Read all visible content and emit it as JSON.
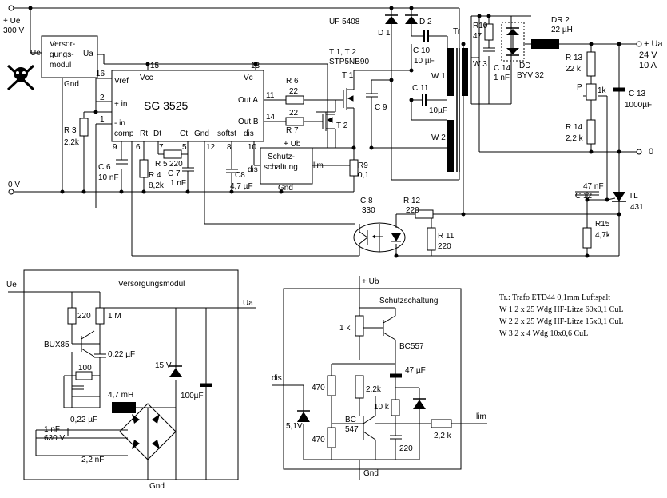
{
  "labels": {
    "ue_in": "+ Ue",
    "ue_volt": "300 V",
    "gnd_0v": "0 V",
    "ue_pin": "Ue",
    "ua_pin": "Ua",
    "gnd_pin": "Gnd",
    "versorgungsmodul_block": [
      "Versor-",
      "gungs-",
      "modul"
    ],
    "ic_name": "SG 3525",
    "ic_pin_vref": "Vref",
    "ic_pin_vcc": "Vcc",
    "ic_pin_vc": "Vc",
    "ic_pin_in_plus": "+ in",
    "ic_pin_in_minus": "- in",
    "ic_pin_comp": "comp",
    "ic_pin_rt": "Rt",
    "ic_pin_dt": "Dt",
    "ic_pin_ct": "Ct",
    "ic_pin_gnd": "Gnd",
    "ic_pin_softst": "softst",
    "ic_pin_dis": "dis",
    "ic_pin_outa": "Out A",
    "ic_pin_outb": "Out B",
    "pin_nums": [
      "16",
      "15",
      "13",
      "2",
      "1",
      "9",
      "6",
      "7",
      "5",
      "12",
      "8",
      "10",
      "11",
      "14"
    ],
    "r3": [
      "R 3",
      "2,2k"
    ],
    "c6": [
      "C 6",
      "10 nF"
    ],
    "r4": [
      "R 4",
      "8,2k"
    ],
    "r5": [
      "R 5",
      "220"
    ],
    "c7": [
      "C 7",
      "1 nF"
    ],
    "c8_soft": [
      "C8",
      "4,7 µF"
    ],
    "r6": [
      "R 6",
      "22"
    ],
    "r7": [
      "R 7",
      "22"
    ],
    "schutz_block": [
      "Schutz-",
      "schaltung"
    ],
    "schutz_pins": [
      "+ Ub",
      "dis",
      "lim",
      "Gnd"
    ],
    "r9": [
      "R9",
      "0,1"
    ],
    "t1t2": [
      "T 1, T 2",
      "STP5NB90",
      "T 1",
      "T 2"
    ],
    "c9": "C 9",
    "d1": "D 1",
    "d2": "D 2",
    "uf5408": "UF 5408",
    "c10": [
      "C 10",
      "10 µF"
    ],
    "c11": [
      "C 11",
      "10µF"
    ],
    "tr": "Tr",
    "w1": "W 1",
    "w2": "W 2",
    "w3": "W 3",
    "r10": [
      "R10",
      "47"
    ],
    "c14": [
      "C 14",
      "1 nF"
    ],
    "dd": [
      "DD",
      "BYV 32"
    ],
    "dr2": [
      "DR 2",
      "22 µH"
    ],
    "out_ua": [
      "+ Ua",
      "24 V",
      "10 A"
    ],
    "out_0": "0",
    "r13": [
      "R 13",
      "22 k"
    ],
    "p": [
      "P",
      "1k"
    ],
    "r14": [
      "R 14",
      "2,2 k"
    ],
    "c13": [
      "C 13",
      "1000µF"
    ],
    "c12": [
      "47 nF",
      "C 12"
    ],
    "tl": [
      "TL",
      "431"
    ],
    "r15": [
      "R15",
      "4,7k"
    ],
    "r12": [
      "R 12",
      "220"
    ],
    "r11": [
      "R 11",
      "220"
    ],
    "c8_opto": [
      "C 8",
      "330"
    ],
    "vm_title": "Versorgungsmodul",
    "vm_ue": "Ue",
    "vm_ua": "Ua",
    "vm_gnd": "Gnd",
    "vm_r220": "220",
    "vm_r1m": "1 M",
    "vm_bux": "BUX85",
    "vm_c022a": "0,22 µF",
    "vm_r100": "100",
    "vm_l": "4,7 mH",
    "vm_c022b": "0,22 µF",
    "vm_z15": "15 V",
    "vm_c100": "100µF",
    "vm_c1n": [
      "1 nF",
      "630 V"
    ],
    "vm_c22": "2,2 nF",
    "ss_title": "Schutzschaltung",
    "ss_ub": "+ Ub",
    "ss_gnd": "Gnd",
    "ss_dis": "dis",
    "ss_lim": "lim",
    "ss_r1k": "1 k",
    "ss_bc557": "BC557",
    "ss_c47": "47 µF",
    "ss_r470a": "470",
    "ss_r22k": "2,2k",
    "ss_r10k": "10 k",
    "ss_z51": "5,1V",
    "ss_bc547": [
      "BC",
      "547"
    ],
    "ss_r470b": "470",
    "ss_c220": "220",
    "ss_r22k_out": "2,2 k",
    "notes": [
      "Tr.: Trafo ETD44  0,1mm Luftspalt",
      "W 1  2 x 25 Wdg  HF-Litze 60x0,1 CuL",
      "W 2  2 x 25 Wdg  HF-Litze 15x0,1 CuL",
      "W 3  2 x 4 Wdg  10x0,6 CuL"
    ]
  }
}
